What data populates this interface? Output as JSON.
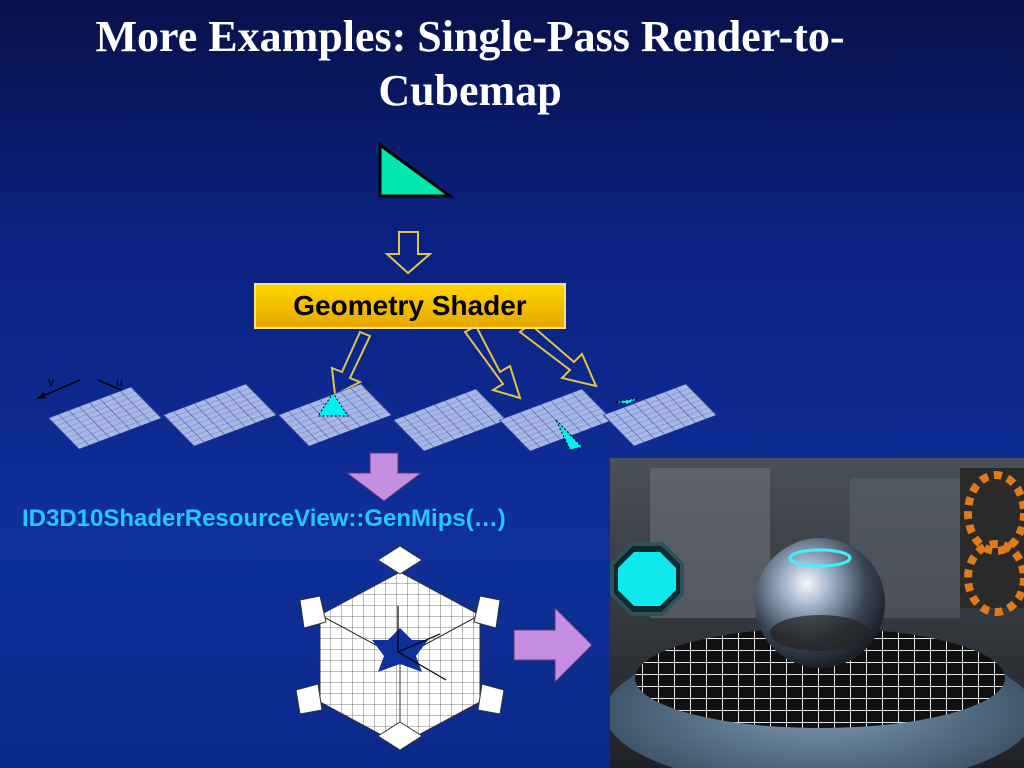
{
  "slide": {
    "title_line1": "More Examples: Single-Pass Render-to-",
    "title_line2": "Cubemap",
    "geometry_shader_label": "Geometry Shader",
    "genmips_label": "ID3D10ShaderResourceView::GenMips(…)",
    "axis_v_label": "v",
    "axis_u_label": "u"
  },
  "colors": {
    "background_top": "#07114a",
    "background_bottom": "#0f2f9a",
    "triangle_fill": "#00e8b0",
    "arrow_fill": "#c58ee0",
    "label_cyan": "#22c8ff",
    "box_fill": "#ffd400"
  }
}
